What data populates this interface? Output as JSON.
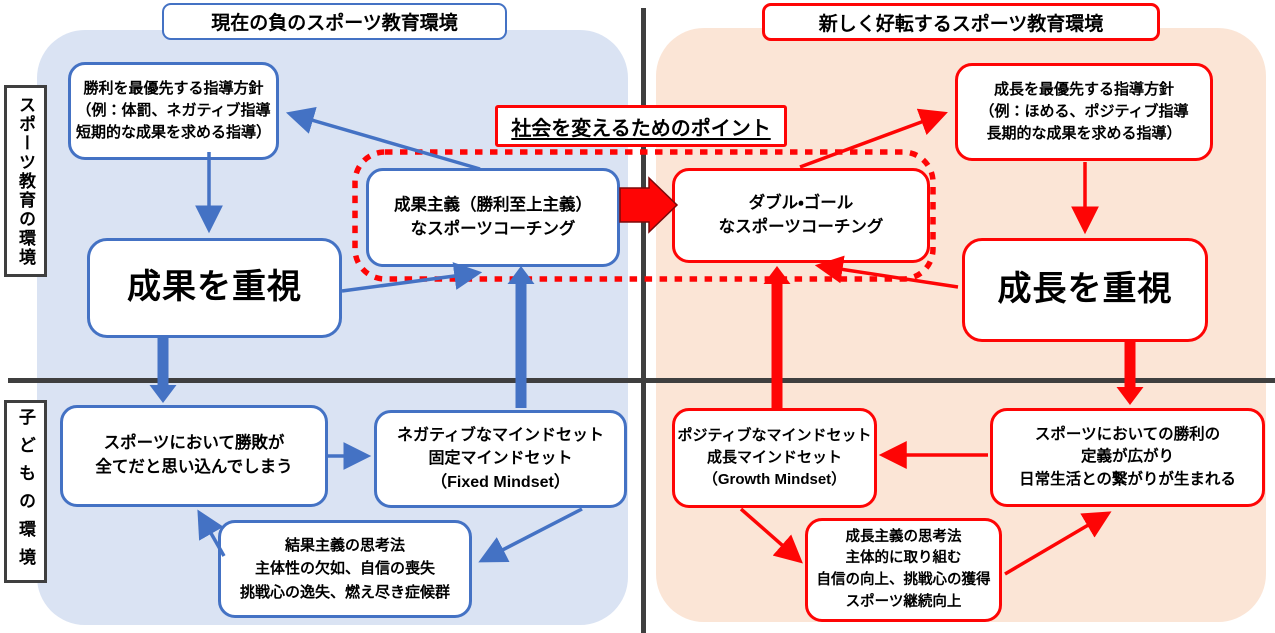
{
  "headers": {
    "left": "現在の負のスポーツ教育環境",
    "right": "新しく好転するスポーツ教育環境",
    "center_point": "社会を変えるためのポイント"
  },
  "sidebar": {
    "top": "スポーツ教育の環境",
    "bottom": "子どもの環境"
  },
  "left_panel": {
    "policy": "勝利を最優先する指導方針\n（例：体罰、ネガティブ指導\n短期的な成果を求める指導）",
    "emphasis": "成果を重視",
    "coaching": "成果主義（勝利至上主義）\nなスポーツコーチング",
    "child_belief": "スポーツにおいて勝敗が\n全てだと思い込んでしまう",
    "mindset": "ネガティブなマインドセット\n固定マインドセット\n（Fixed Mindset）",
    "thinking": "結果主義の思考法\n主体性の欠如、自信の喪失\n挑戦心の逸失、燃え尽き症候群"
  },
  "right_panel": {
    "policy": "成長を最優先する指導方針\n（例：ほめる、ポジティブ指導\n長期的な成果を求める指導）",
    "emphasis": "成長を重視",
    "coaching": "ダブル・ゴール\nなスポーツコーチング",
    "child_belief": "スポーツにおいての勝利の\n定義が広がり\n日常生活との繋がりが生まれる",
    "mindset": "ポジティブなマインドセット\n成長マインドセット\n（Growth Mindset）",
    "thinking": "成長主義の思考法\n主体的に取り組む\n自信の向上、挑戦心の獲得\nスポーツ継続向上"
  },
  "colors": {
    "left_bg": "#dae3f3",
    "right_bg": "#fbe5d6",
    "blue_accent": "#4472c4",
    "red_accent": "#fe0505",
    "divider": "#3f3f3f"
  }
}
